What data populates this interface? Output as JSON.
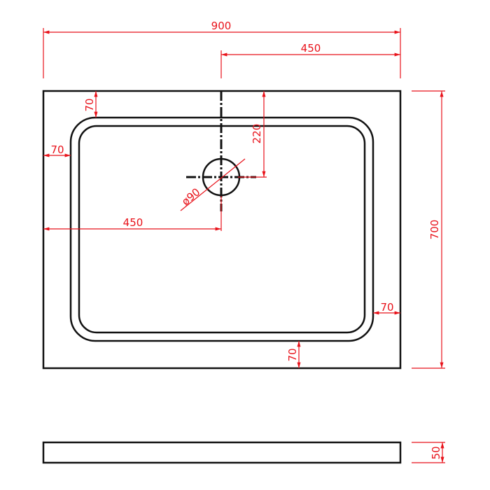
{
  "drawing": {
    "line_color": "#111111",
    "dimension_color": "#e8121a",
    "dimensions": {
      "overall_width": "900",
      "waste_offset_top": "450",
      "overall_length": "700",
      "height": "50",
      "waste_from_top": "220",
      "waste_from_left": "450",
      "waste_diameter": "ø90",
      "rim_top": "70",
      "rim_left": "70",
      "rim_right": "70",
      "rim_bottom": "70"
    }
  }
}
